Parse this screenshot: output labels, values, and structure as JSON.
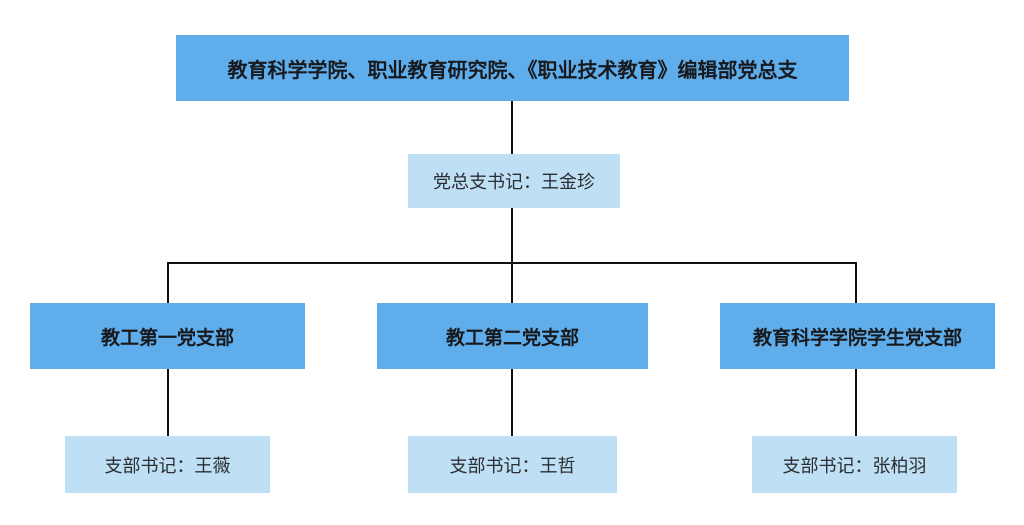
{
  "org_chart": {
    "type": "organizational-hierarchy",
    "root": {
      "label": "教育科学学院、职业教育研究院、《职业技术教育》编辑部党总支"
    },
    "general_secretary": {
      "label": "党总支书记：王金珍"
    },
    "branches": [
      {
        "name": "教工第一党支部",
        "secretary": "支部书记：王薇"
      },
      {
        "name": "教工第二党支部",
        "secretary": "支部书记：王哲"
      },
      {
        "name": "教育科学学院学生党支部",
        "secretary": "支部书记：张柏羽"
      }
    ],
    "colors": {
      "primary_box": "#5fadea",
      "secondary_box": "#bedff4",
      "connector": "#0f0f0f",
      "background": "#ffffff"
    }
  }
}
